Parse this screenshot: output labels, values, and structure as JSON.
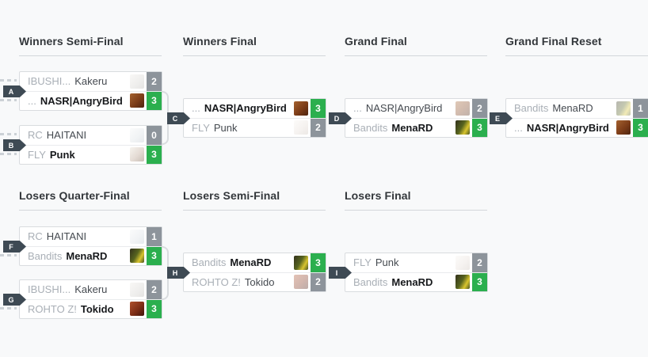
{
  "colors": {
    "page_bg": "#f8f9fa",
    "card_bg": "#ffffff",
    "win_green": "#2baf4e",
    "loss_gray": "#8d949b",
    "badge_bg": "#3e4a54",
    "prefix_gray": "#a9afb6",
    "winner_text": "#16181b",
    "loser_text": "#454a50",
    "connector_line": "#d9dcdf"
  },
  "sections": [
    {
      "title": "Winners Semi-Final",
      "matches": [
        {
          "label": "A",
          "players": [
            {
              "prefix": "IBUSHI...",
              "name": "Kakeru",
              "score": "2",
              "result": "loss",
              "avatar": "kakeru"
            },
            {
              "prefix": "...",
              "name": "NASR|AngryBird",
              "score": "3",
              "result": "win",
              "avatar": "angrybird"
            }
          ]
        },
        {
          "label": "B",
          "players": [
            {
              "prefix": "RC",
              "name": "HAITANI",
              "score": "0",
              "result": "loss",
              "avatar": "haitani"
            },
            {
              "prefix": "FLY",
              "name": "Punk",
              "score": "3",
              "result": "win",
              "avatar": "punk"
            }
          ]
        }
      ]
    },
    {
      "title": "Winners Final",
      "matches": [
        {
          "label": "C",
          "players": [
            {
              "prefix": "...",
              "name": "NASR|AngryBird",
              "score": "3",
              "result": "win",
              "avatar": "angrybird"
            },
            {
              "prefix": "FLY",
              "name": "Punk",
              "score": "2",
              "result": "loss",
              "avatar": "punk"
            }
          ]
        }
      ]
    },
    {
      "title": "Grand Final",
      "matches": [
        {
          "label": "D",
          "players": [
            {
              "prefix": "...",
              "name": "NASR|AngryBird",
              "score": "2",
              "result": "loss",
              "avatar": "angrybird"
            },
            {
              "prefix": "Bandits",
              "name": "MenaRD",
              "score": "3",
              "result": "win",
              "avatar": "menard"
            }
          ]
        }
      ]
    },
    {
      "title": "Grand Final Reset",
      "matches": [
        {
          "label": "E",
          "players": [
            {
              "prefix": "Bandits",
              "name": "MenaRD",
              "score": "1",
              "result": "loss",
              "avatar": "menard"
            },
            {
              "prefix": "...",
              "name": "NASR|AngryBird",
              "score": "3",
              "result": "win",
              "avatar": "angrybird"
            }
          ]
        }
      ]
    },
    {
      "title": "Losers Quarter-Final",
      "matches": [
        {
          "label": "F",
          "players": [
            {
              "prefix": "RC",
              "name": "HAITANI",
              "score": "1",
              "result": "loss",
              "avatar": "haitani"
            },
            {
              "prefix": "Bandits",
              "name": "MenaRD",
              "score": "3",
              "result": "win",
              "avatar": "menard"
            }
          ]
        },
        {
          "label": "G",
          "players": [
            {
              "prefix": "IBUSHI...",
              "name": "Kakeru",
              "score": "2",
              "result": "loss",
              "avatar": "kakeru"
            },
            {
              "prefix": "ROHTO Z!",
              "name": "Tokido",
              "score": "3",
              "result": "win",
              "avatar": "tokido"
            }
          ]
        }
      ]
    },
    {
      "title": "Losers Semi-Final",
      "matches": [
        {
          "label": "H",
          "players": [
            {
              "prefix": "Bandits",
              "name": "MenaRD",
              "score": "3",
              "result": "win",
              "avatar": "menard"
            },
            {
              "prefix": "ROHTO Z!",
              "name": "Tokido",
              "score": "2",
              "result": "loss",
              "avatar": "tokido"
            }
          ]
        }
      ]
    },
    {
      "title": "Losers Final",
      "matches": [
        {
          "label": "I",
          "players": [
            {
              "prefix": "FLY",
              "name": "Punk",
              "score": "2",
              "result": "loss",
              "avatar": "punk"
            },
            {
              "prefix": "Bandits",
              "name": "MenaRD",
              "score": "3",
              "result": "win",
              "avatar": "menard"
            }
          ]
        }
      ]
    }
  ]
}
